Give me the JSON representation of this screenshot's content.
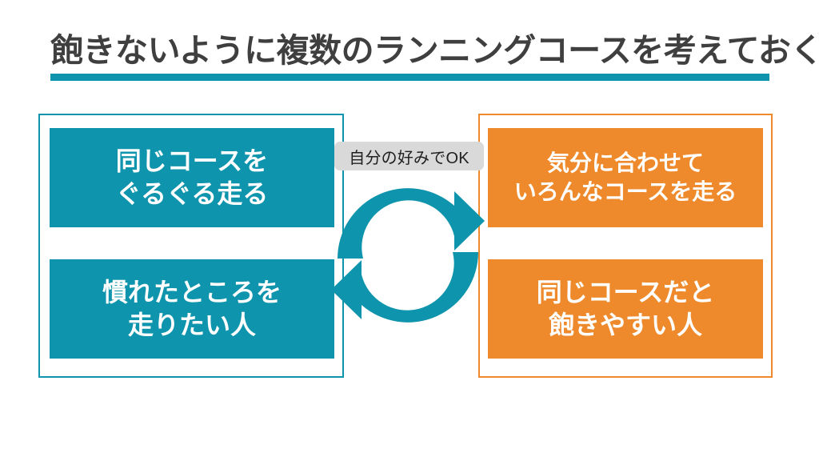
{
  "slide": {
    "title": "飽きないように複数のランニングコースを考えておく",
    "accent_teal": "#0e94ac",
    "accent_orange": "#ee8a2b",
    "badge_background": "#d9d9d9",
    "title_color": "#3f3f3f",
    "background": "#ffffff"
  },
  "left_group": {
    "border_color": "#0e94ac",
    "top_box": {
      "fill": "#0e94ac",
      "line1": "同じコースを",
      "line2": "ぐるぐる走る"
    },
    "bottom_box": {
      "fill": "#0e94ac",
      "line1": "慣れたところを",
      "line2": "走りたい人"
    }
  },
  "right_group": {
    "border_color": "#ee8a2b",
    "top_box": {
      "fill": "#ee8a2b",
      "line1": "気分に合わせて",
      "line2": "いろんなコースを走る"
    },
    "bottom_box": {
      "fill": "#ee8a2b",
      "line1": "同じコースだと",
      "line2": "飽きやすい人"
    }
  },
  "center": {
    "badge_label": "自分の好みでOK",
    "cycle_icon_name": "cycle-arrows-icon",
    "cycle_icon_color": "#0e94ac"
  }
}
